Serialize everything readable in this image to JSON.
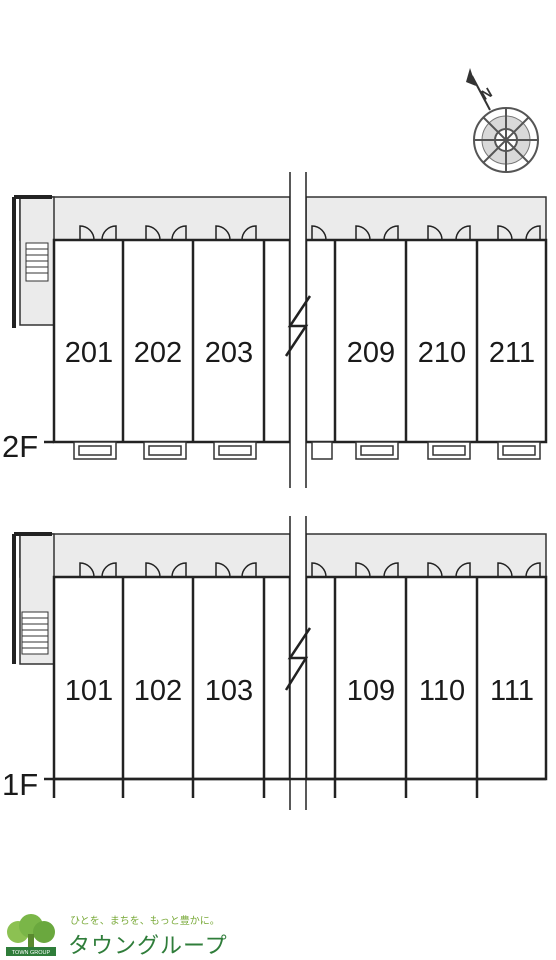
{
  "compass": {
    "north_label": "N",
    "icon": "compass-rose-icon"
  },
  "floors": [
    {
      "label": "2F",
      "units": [
        "201",
        "202",
        "203",
        "209",
        "210",
        "211"
      ]
    },
    {
      "label": "1F",
      "units": [
        "101",
        "102",
        "103",
        "109",
        "110",
        "111"
      ]
    }
  ],
  "logo": {
    "slogan": "ひとを、まちを、もっと豊かに。",
    "brand": "タウングループ",
    "icon": "tree-logo-icon",
    "caption": "TOWN GROUP"
  },
  "colors": {
    "line": "#222222",
    "corridor": "#e8e8e8",
    "brand_green": "#2f7d3a"
  }
}
